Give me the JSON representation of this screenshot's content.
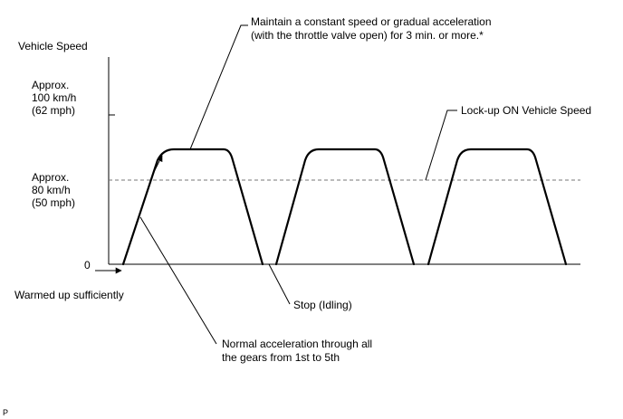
{
  "axis": {
    "y_title": "Vehicle Speed",
    "upper_tick_label": [
      "Approx.",
      "100 km/h",
      "(62 mph)"
    ],
    "lower_tick_label": [
      "Approx.",
      "80 km/h",
      "(50 mph)"
    ],
    "zero_label": "0"
  },
  "callouts": {
    "maintain": [
      "Maintain a constant speed or gradual acceleration",
      "(with the throttle valve open) for 3 min. or more.*"
    ],
    "lockup": "Lock-up ON Vehicle Speed",
    "warmed": "Warmed up sufficiently",
    "stop": "Stop (Idling)",
    "normal_accel": [
      "Normal acceleration through all",
      "the gears from 1st to 5th"
    ]
  },
  "footer_mark": "P",
  "colors": {
    "line": "#000000",
    "dashed_reference": "#777777"
  }
}
